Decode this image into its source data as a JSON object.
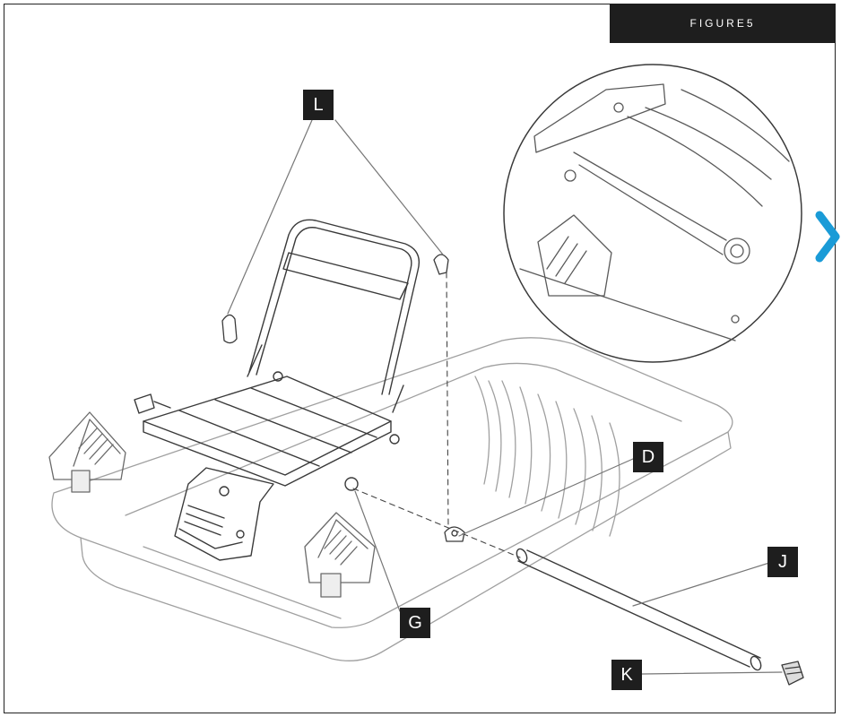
{
  "figure": {
    "title": "FIGURE5"
  },
  "callouts": [
    {
      "id": "L",
      "label": "L"
    },
    {
      "id": "D",
      "label": "D"
    },
    {
      "id": "J",
      "label": "J"
    },
    {
      "id": "G",
      "label": "G"
    },
    {
      "id": "K",
      "label": "K"
    }
  ],
  "navigation": {
    "next_icon": "chevron-right-icon",
    "accent_color": "#1a9bd7"
  },
  "colors": {
    "line": "#3a3a3a",
    "light_line": "#9a9a9a",
    "label_bg": "#1e1e1e",
    "label_fg": "#ffffff"
  }
}
